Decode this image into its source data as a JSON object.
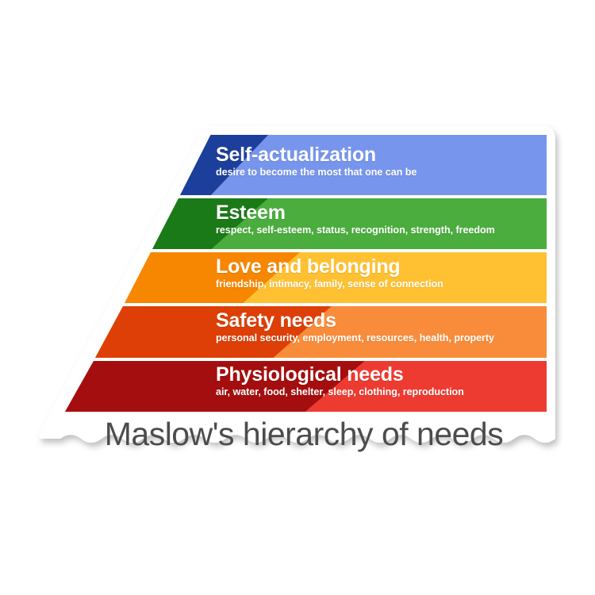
{
  "sticker": {
    "caption": "Maslow's hierarchy of needs",
    "caption_color": "#4c4c4c",
    "border_color": "#ffffff",
    "background_color": "#ffffff"
  },
  "pyramid": {
    "title": "Maslow's hierarchy of needs",
    "levels": [
      {
        "id": "self-actualization",
        "rank": 5,
        "title": "Self-actualization",
        "description": "desire to become the most that one can be",
        "color_light": "#7795ec",
        "color_dark": "#1c3f9b"
      },
      {
        "id": "esteem",
        "rank": 4,
        "title": "Esteem",
        "description": "respect, self-esteem, status, recognition, strength, freedom",
        "color_light": "#4aad3d",
        "color_dark": "#1a7a17"
      },
      {
        "id": "love-and-belonging",
        "rank": 3,
        "title": "Love and belonging",
        "description": "friendship, intimacy, family, sense of connection",
        "color_light": "#ffc132",
        "color_dark": "#f78600"
      },
      {
        "id": "safety-needs",
        "rank": 2,
        "title": "Safety needs",
        "description": "personal security, employment, resources, health, property",
        "color_light": "#f98c3a",
        "color_dark": "#dd3f06"
      },
      {
        "id": "physiological-needs",
        "rank": 1,
        "title": "Physiological needs",
        "description": "air, water, food, shelter, sleep, clothing, reproduction",
        "color_light": "#ee3b31",
        "color_dark": "#a50e0e"
      }
    ]
  }
}
